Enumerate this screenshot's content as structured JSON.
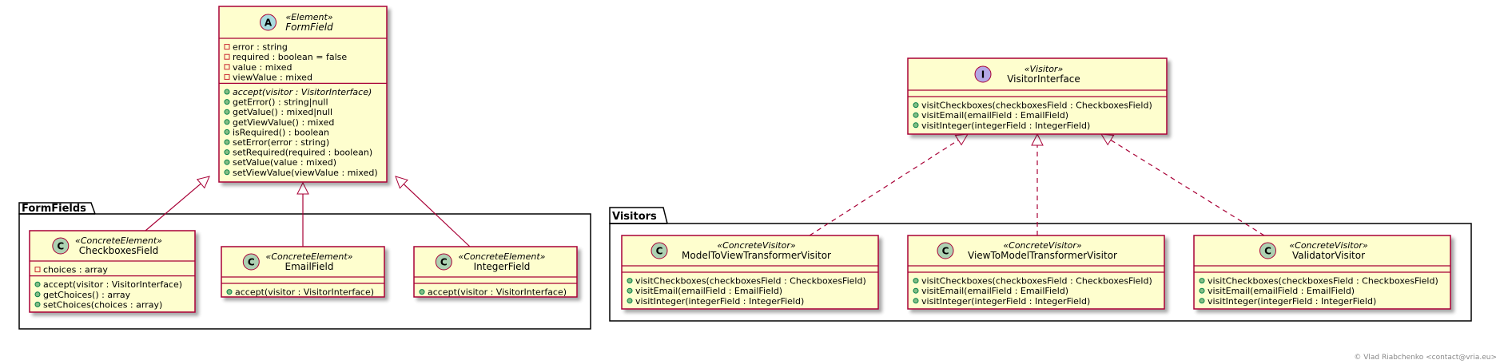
{
  "colors": {
    "class_fill": "#FEFECE",
    "class_border": "#A80036",
    "edge": "#A80036",
    "circle_abstract": "#A9DCDF",
    "circle_class": "#ADD1B2",
    "circle_interface": "#B4A7E5",
    "package_border": "#000000"
  },
  "packages": {
    "form_fields": "FormFields",
    "visitors": "Visitors"
  },
  "classes": {
    "formfield": {
      "letter": "A",
      "stereotype": "«Element»",
      "name": "FormField",
      "fields": [
        {
          "vis": "private",
          "text": "error : string"
        },
        {
          "vis": "private",
          "text": "required : boolean = false"
        },
        {
          "vis": "private",
          "text": "value : mixed"
        },
        {
          "vis": "private",
          "text": "viewValue : mixed"
        }
      ],
      "methods": [
        {
          "vis": "public",
          "text": "accept(visitor : VisitorInterface)",
          "italic": true
        },
        {
          "vis": "public",
          "text": "getError() : string|null"
        },
        {
          "vis": "public",
          "text": "getValue() : mixed|null"
        },
        {
          "vis": "public",
          "text": "getViewValue() : mixed"
        },
        {
          "vis": "public",
          "text": "isRequired() : boolean"
        },
        {
          "vis": "public",
          "text": "setError(error : string)"
        },
        {
          "vis": "public",
          "text": "setRequired(required : boolean)"
        },
        {
          "vis": "public",
          "text": "setValue(value : mixed)"
        },
        {
          "vis": "public",
          "text": "setViewValue(viewValue : mixed)"
        }
      ]
    },
    "checkboxes": {
      "letter": "C",
      "stereotype": "«ConcreteElement»",
      "name": "CheckboxesField",
      "fields": [
        {
          "vis": "private",
          "text": "choices : array"
        }
      ],
      "methods": [
        {
          "vis": "public",
          "text": "accept(visitor : VisitorInterface)"
        },
        {
          "vis": "public",
          "text": "getChoices() : array"
        },
        {
          "vis": "public",
          "text": "setChoices(choices : array)"
        }
      ]
    },
    "email": {
      "letter": "C",
      "stereotype": "«ConcreteElement»",
      "name": "EmailField",
      "fields": [],
      "methods": [
        {
          "vis": "public",
          "text": "accept(visitor : VisitorInterface)"
        }
      ]
    },
    "integer": {
      "letter": "C",
      "stereotype": "«ConcreteElement»",
      "name": "IntegerField",
      "fields": [],
      "methods": [
        {
          "vis": "public",
          "text": "accept(visitor : VisitorInterface)"
        }
      ]
    },
    "visitor_interface": {
      "letter": "I",
      "stereotype": "«Visitor»",
      "name": "VisitorInterface",
      "fields": [],
      "methods": [
        {
          "vis": "public",
          "text": "visitCheckboxes(checkboxesField : CheckboxesField)"
        },
        {
          "vis": "public",
          "text": "visitEmail(emailField : EmailField)"
        },
        {
          "vis": "public",
          "text": "visitInteger(integerField : IntegerField)"
        }
      ]
    },
    "model_to_view": {
      "letter": "C",
      "stereotype": "«ConcreteVisitor»",
      "name": "ModelToViewTransformerVisitor",
      "fields": [],
      "methods": [
        {
          "vis": "public",
          "text": "visitCheckboxes(checkboxesField : CheckboxesField)"
        },
        {
          "vis": "public",
          "text": "visitEmail(emailField : EmailField)"
        },
        {
          "vis": "public",
          "text": "visitInteger(integerField : IntegerField)"
        }
      ]
    },
    "view_to_model": {
      "letter": "C",
      "stereotype": "«ConcreteVisitor»",
      "name": "ViewToModelTransformerVisitor",
      "fields": [],
      "methods": [
        {
          "vis": "public",
          "text": "visitCheckboxes(checkboxesField : CheckboxesField)"
        },
        {
          "vis": "public",
          "text": "visitEmail(emailField : EmailField)"
        },
        {
          "vis": "public",
          "text": "visitInteger(integerField : IntegerField)"
        }
      ]
    },
    "validator": {
      "letter": "C",
      "stereotype": "«ConcreteVisitor»",
      "name": "ValidatorVisitor",
      "fields": [],
      "methods": [
        {
          "vis": "public",
          "text": "visitCheckboxes(checkboxesField : CheckboxesField)"
        },
        {
          "vis": "public",
          "text": "visitEmail(emailField : EmailField)"
        },
        {
          "vis": "public",
          "text": "visitInteger(integerField : IntegerField)"
        }
      ]
    }
  },
  "footer": {
    "copyright": "© Vlad Riabchenko <contact@vria.eu>"
  }
}
